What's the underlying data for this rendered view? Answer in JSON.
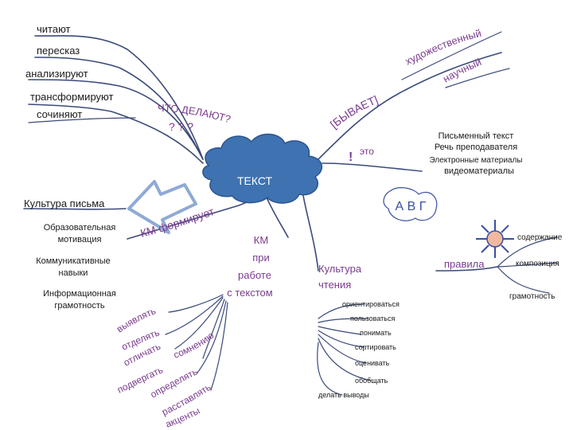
{
  "center": {
    "label": "ТЕКСТ"
  },
  "question": {
    "line1": "ЧТО ДЕЛАЮТ?",
    "line2": "? ? ?"
  },
  "left_verbs": [
    "читают",
    "пересказ",
    "анализируют",
    "трансформируют",
    "сочиняют"
  ],
  "top_right": {
    "word1": "художественный",
    "word2": "научный",
    "word3": "[БЫВАЕТ]"
  },
  "eto": {
    "mark": "!",
    "word": "это"
  },
  "text_types": [
    "Письменный текст",
    "Речь преподавателя",
    "Электронные материалы",
    "видеоматериалы"
  ],
  "culture_writing": {
    "title": "Культура письма",
    "items": [
      "Образовательная",
      "мотивация",
      "Коммуникативные",
      "навыки",
      "Информационная",
      "грамотность"
    ]
  },
  "km_forms": "КМ формирует",
  "km_work": [
    "КМ",
    "при",
    "работе",
    "с текстом"
  ],
  "curved_words": [
    "выявлять",
    "отделять",
    "отличать",
    "сомнению",
    "подвергать",
    "определять",
    "расставлять",
    "акценты"
  ],
  "culture_reading": {
    "line1": "Культура",
    "line2": "чтения"
  },
  "reading_items": [
    "ориентироваться",
    "пользоваться",
    "понимать",
    "сортировать",
    "оценивать",
    "обобщать",
    "делать выводы"
  ],
  "rules": {
    "label": "правила",
    "items": [
      "содержание",
      "композиция",
      "грамотность"
    ]
  },
  "sketch": {
    "text": "А В Г"
  },
  "colors": {
    "cloud": "#3f72b0",
    "arrow": "#8eaad6",
    "sun": "#f2b9a0",
    "sun_ray": "#3a4fa0",
    "purple": "#7a3b8f"
  }
}
